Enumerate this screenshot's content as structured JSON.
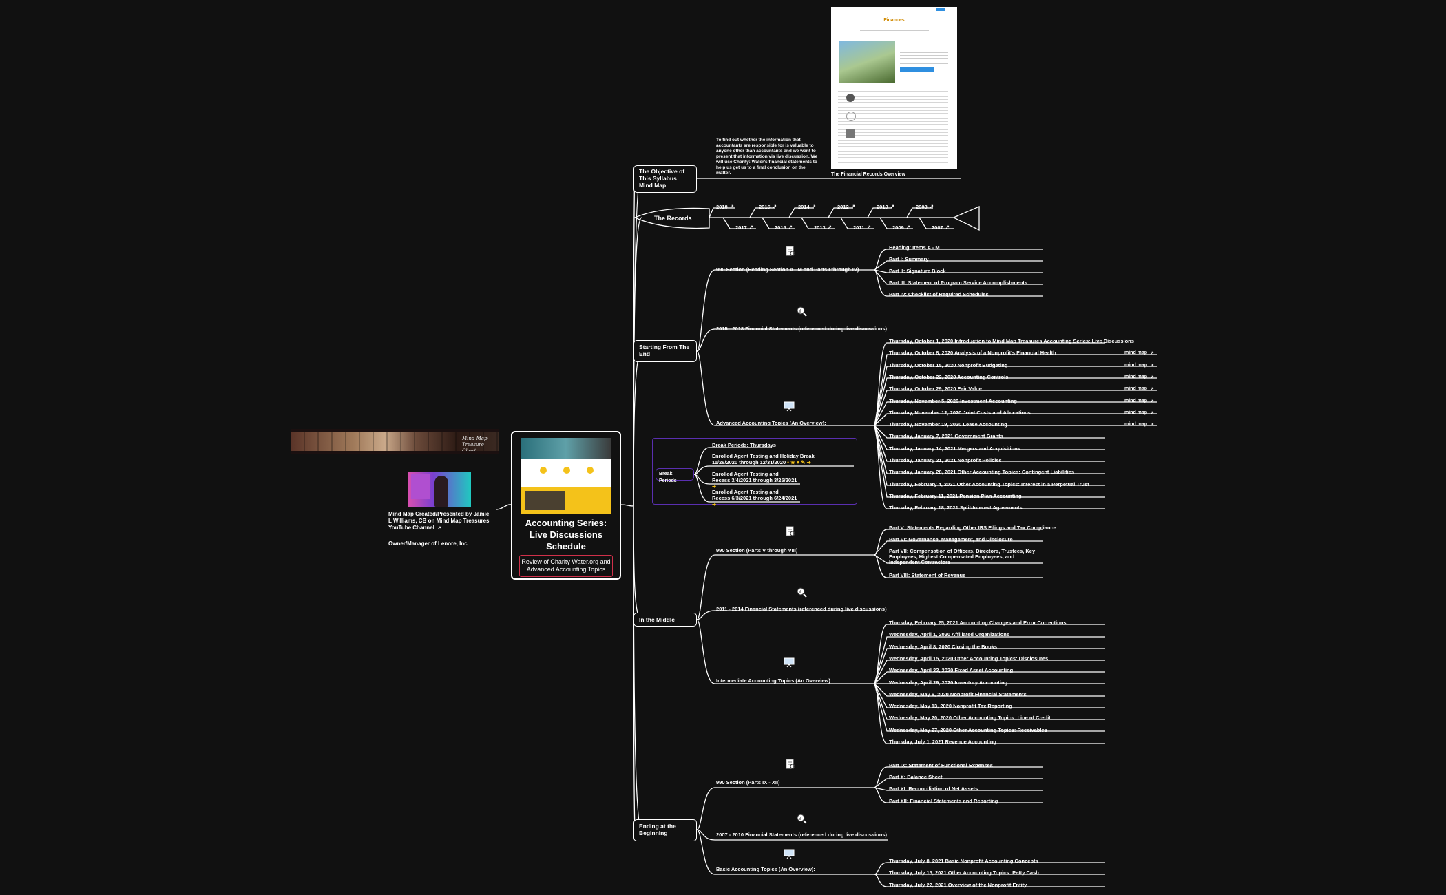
{
  "central": {
    "title": "Accounting Series: Live Discussions Schedule",
    "subtitle": "Review of Charity Water.org and Advanced Accounting Topics"
  },
  "creator": {
    "text": "Mind Map Created/Presented by Jamie L Williams, CB on Mind Map Treasures YouTube Channel",
    "owner": "Owner/Manager of Lenore, Inc",
    "banner_text": "Mind Map Treasure Chest"
  },
  "objective": {
    "label": "The Objective of This Syllabus Mind Map",
    "text": "To find out whether the information that accountants are responsible for is valuable to anyone other than accountants and we want to present that information via live discussion. We will use Charity: Water's financial statements to help us get us to a final conclusion on the matter.",
    "preview_caption": "The Financial Records Overview",
    "preview_title": "Finances"
  },
  "records": {
    "label": "The Records",
    "years_top": [
      "2018",
      "2016",
      "2014",
      "2012",
      "2010",
      "2008"
    ],
    "years_bottom": [
      "2017",
      "2015",
      "2013",
      "2011",
      "2009",
      "2007"
    ]
  },
  "starting": {
    "label": "Starting From The End",
    "s990": {
      "label": "990 Section (Heading Section A - M and Parts I through IV)",
      "items": [
        "Heading: Items A - M",
        "Part I: Summary",
        "Part II: Signature Block",
        "Part III: Statement of Program Service Accomplishments",
        "Part IV: Checklist of Required Schedules"
      ]
    },
    "fs_label": "2015 - 2018 Financial Statements (referenced during live discussions)",
    "adv_label": "Advanced Accounting Topics (An Overview):",
    "adv_items": [
      "Thursday, October 1, 2020 Introduction to Mind Map Treasures Accounting Series: Live Discussions",
      "Thursday, October 8, 2020 Analysis of a Nonprofit's Financial Health",
      "Thursday, October 15, 2020 Nonprofit Budgeting",
      "Thursday, October 22, 2020 Accounting Controls",
      "Thursday, October 29, 2020 Fair Value",
      "Thursday, November 5, 2020 Investment Accounting",
      "Thursday, November 12, 2020 Joint Costs and Allocations",
      "Thursday, November 19, 2020 Lease Accounting",
      "Thursday, January 7, 2021 Government Grants",
      "Thursday, January 14, 2021 Mergers and Acquisitions",
      "Thursday, January 21, 2021 Nonprofit Policies",
      "Thursday, January 28, 2021 Other Accounting Topics: Contingent Liabilities",
      "Thursday, February 4, 2021 Other Accounting Topics: Interest in a Perpetual Trust",
      "Thursday, February 11, 2021 Pension Plan Accounting",
      "Thursday, February 18, 2021 Split-Interest Agreements"
    ],
    "mind_map_label": "mind map"
  },
  "break": {
    "label": "Break Periods",
    "items": [
      "Break Periods: Thursdays",
      "Enrolled Agent Testing and Holiday Break 11/26/2020 through 12/31/2020",
      "Enrolled Agent Testing and Recess 3/4/2021 through 3/25/2021",
      "Enrolled Agent Testing and Recess 6/3/2021 through 6/24/2021"
    ]
  },
  "middle": {
    "label": "In the Middle",
    "s990": {
      "label": "990 Section (Parts V through VIII)",
      "items": [
        "Part V: Statements Regarding Other IRS Filings and Tax Compliance",
        "Part VI: Governance, Management, and Disclosure",
        "Part VII: Compensation of Officers, Directors, Trustees, Key Employees, Highest Compensated Employees, and Independent Contractors",
        "Part VIII: Statement of Revenue"
      ]
    },
    "fs_label": "2011 - 2014 Financial Statements (referenced during live discussions)",
    "int_label": "Intermediate Accounting Topics (An Overview):",
    "int_items": [
      "Thursday, February 25, 2021 Accounting Changes and Error Corrections",
      "Wednesday, April 1, 2020 Affiliated Organizations",
      "Wednesday, April 8, 2020 Closing the Books",
      "Wednesday, April 15, 2020 Other Accounting Topics: Disclosures",
      "Wednesday, April 22, 2020 Fixed Asset Accounting",
      "Wednesday, April 29, 2020 Inventory Accounting",
      "Wednesday, May 6, 2020 Nonprofit Financial Statements",
      "Wednesday, May 13, 2020 Nonprofit Tax Reporting",
      "Wednesday, May 20, 2020 Other Accounting Topics: Line of Credit",
      "Wednesday, May 27, 2020 Other Accounting Topics: Receivables",
      "Thursday, July 1, 2021 Revenue Accounting"
    ]
  },
  "beginning": {
    "label": "Ending at the Beginning",
    "s990": {
      "label": "990 Section (Parts IX - XII)",
      "items": [
        "Part IX: Statement of Functional Expenses",
        "Part X: Balance Sheet",
        "Part XI: Reconciliation of Net Assets",
        "Part XII: Financial Statements and Reporting"
      ]
    },
    "fs_label": "2007 - 2010 Financial Statements  (referenced during live discussions)",
    "basic_label": "Basic Accounting Topics (An Overview):",
    "basic_items": [
      "Thursday, July 8, 2021 Basic Nonprofit Accounting Concepts",
      "Thursday, July 15, 2021 Other Accounting Topics: Petty Cash",
      "Thursday, July 22, 2021 Overview of the Nonprofit Entity"
    ]
  },
  "colors": {
    "background": "#111111",
    "line": "#ffffff",
    "accent_red": "#d0304a",
    "break_border": "#5a2fb0"
  }
}
